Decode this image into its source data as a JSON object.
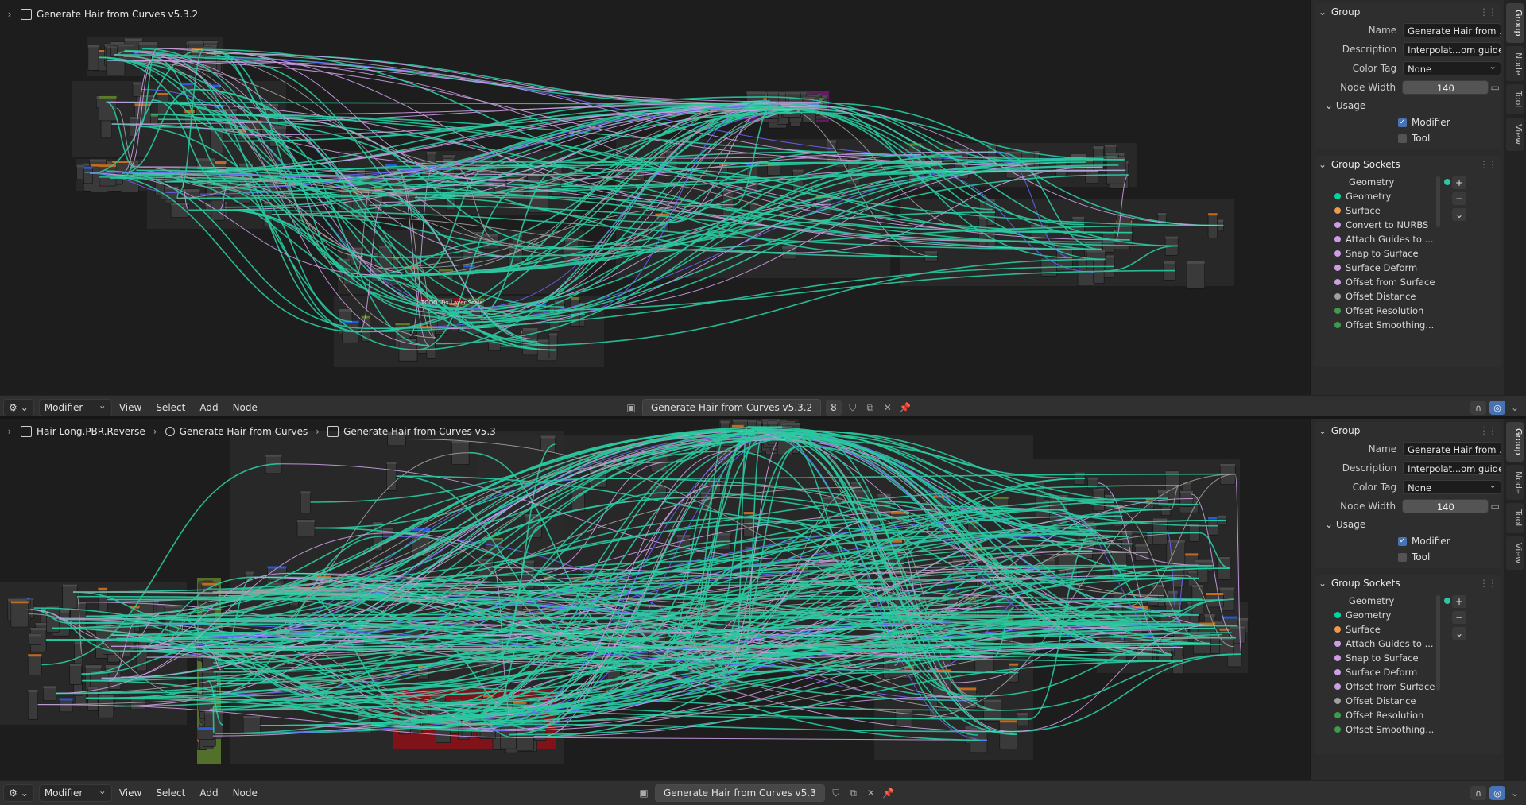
{
  "editor_top": {
    "breadcrumb": [
      "Generate Hair from Curves v5.3.2"
    ],
    "node_group_name": "Generate Hair from Curves v5.3.2",
    "users_count": "8",
    "frame_label": "TODO: Fix Layer Scale"
  },
  "editor_bottom": {
    "breadcrumb": [
      "Hair Long.PBR.Reverse",
      "Generate Hair from Curves",
      "Generate Hair from Curves v5.3"
    ],
    "node_group_name": "Generate Hair from Curves v5.3"
  },
  "header_menu": {
    "mode": "Modifier",
    "view": "View",
    "select": "Select",
    "add": "Add",
    "node": "Node"
  },
  "sidebar_tabs": [
    "Group",
    "Node",
    "Tool",
    "View"
  ],
  "group_panel": {
    "title": "Group",
    "name_label": "Name",
    "name_value": "Generate Hair from ...",
    "description_label": "Description",
    "description_value": "Interpolat...om guides",
    "color_tag_label": "Color Tag",
    "color_tag_value": "None",
    "node_width_label": "Node Width",
    "node_width_value": "140",
    "usage_label": "Usage",
    "modifier_label": "Modifier",
    "tool_label": "Tool"
  },
  "sockets_panel": {
    "title": "Group Sockets",
    "output": "Geometry",
    "inputs_top": [
      {
        "name": "Geometry",
        "color": "#00d6a3"
      },
      {
        "name": "Surface",
        "color": "#ee9a4d"
      },
      {
        "name": "Convert to NURBS",
        "color": "#cc9ee6"
      },
      {
        "name": "Attach Guides to ...",
        "color": "#cc9ee6"
      },
      {
        "name": "Snap to Surface",
        "color": "#cc9ee6"
      },
      {
        "name": "Surface Deform",
        "color": "#cc9ee6"
      },
      {
        "name": "Offset from Surface",
        "color": "#cc9ee6"
      },
      {
        "name": "Offset Distance",
        "color": "#a1a1a1"
      },
      {
        "name": "Offset Resolution",
        "color": "#3e9a4e"
      },
      {
        "name": "Offset Smoothing...",
        "color": "#3e9a4e"
      }
    ],
    "inputs_bottom": [
      {
        "name": "Geometry",
        "color": "#00d6a3"
      },
      {
        "name": "Surface",
        "color": "#ee9a4d"
      },
      {
        "name": "Attach Guides to ...",
        "color": "#cc9ee6"
      },
      {
        "name": "Snap to Surface",
        "color": "#cc9ee6"
      },
      {
        "name": "Surface Deform",
        "color": "#cc9ee6"
      },
      {
        "name": "Offset from Surface",
        "color": "#cc9ee6"
      },
      {
        "name": "Offset Distance",
        "color": "#a1a1a1"
      },
      {
        "name": "Offset Resolution",
        "color": "#3e9a4e"
      },
      {
        "name": "Offset Smoothing...",
        "color": "#3e9a4e"
      }
    ]
  },
  "colors": {
    "geometry_link": "#29c9a0",
    "float_link": "#a1a1a1",
    "bool_link": "#cc9ee6",
    "accent": "#4772b3",
    "frame_red": "#8a1018",
    "frame_purple": "#6b1a6e"
  }
}
